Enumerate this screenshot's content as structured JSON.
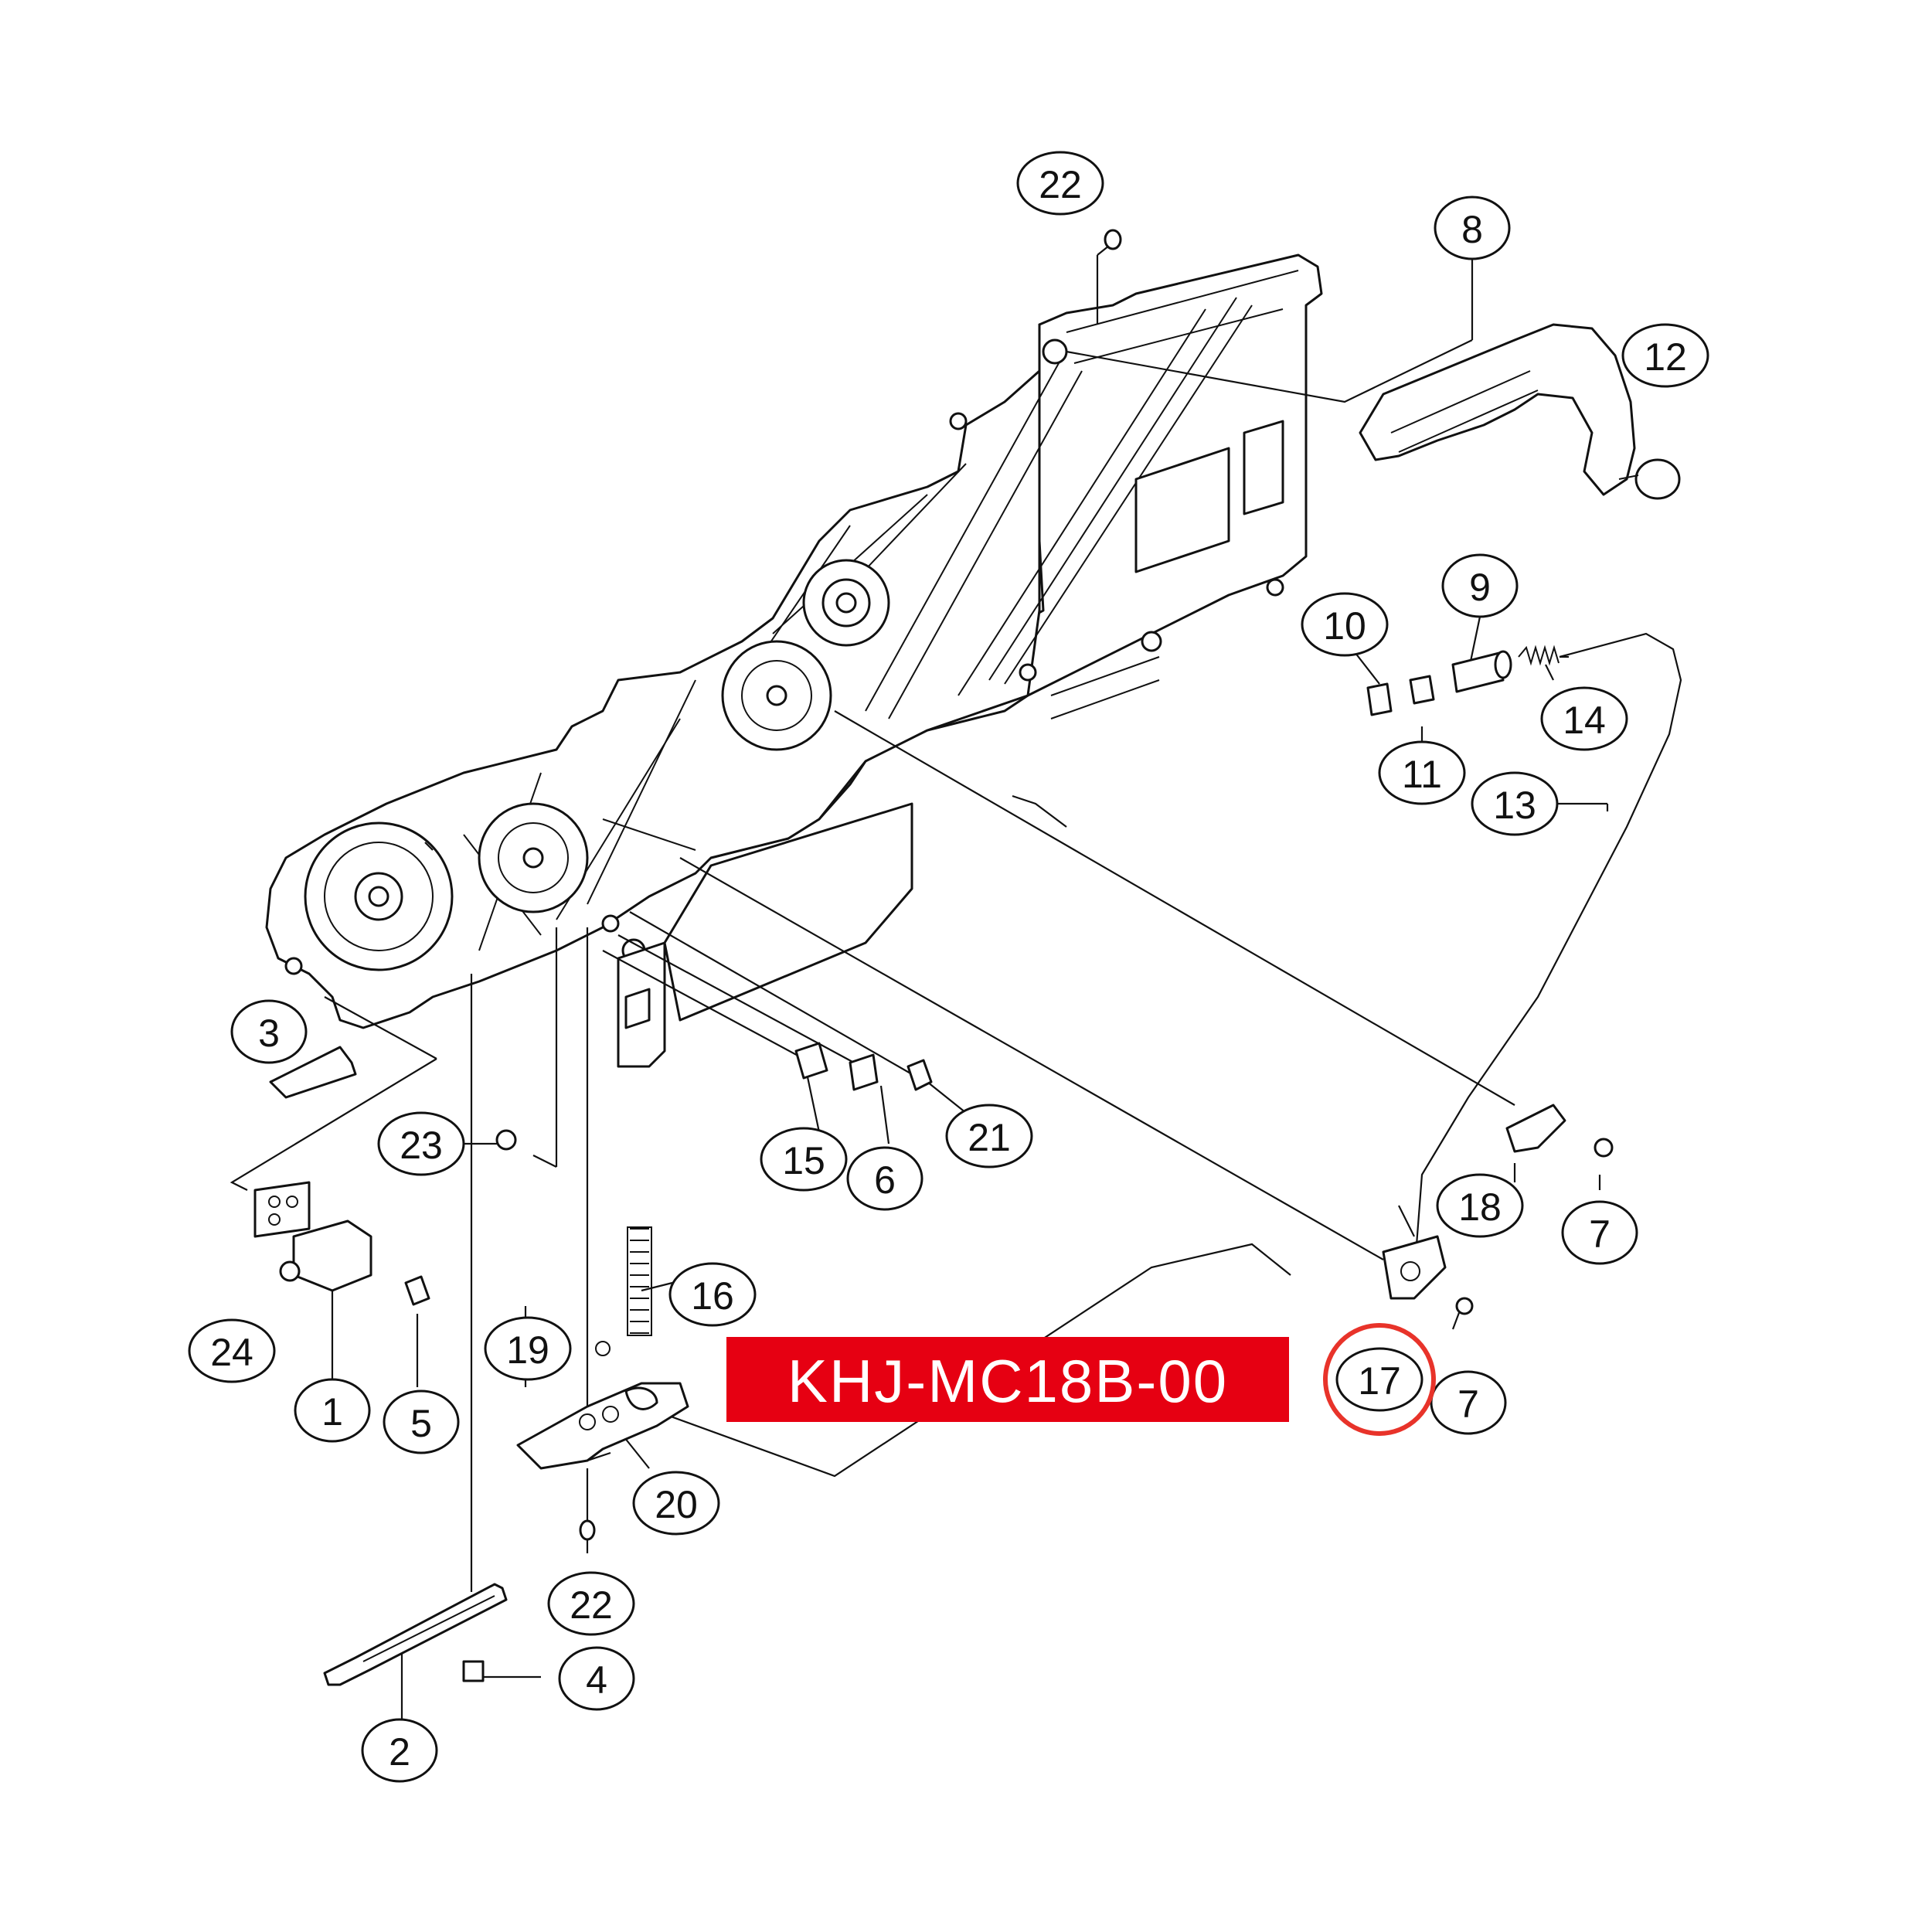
{
  "model_label": "KHJ-MC18B-00",
  "highlighted_part": "17",
  "colors": {
    "label_background": "#e60012",
    "label_text": "#ffffff",
    "highlight_ring": "#e8332a",
    "line": "#111111"
  },
  "callouts": [
    {
      "id": "c22a",
      "num": "22"
    },
    {
      "id": "c8",
      "num": "8"
    },
    {
      "id": "c12",
      "num": "12"
    },
    {
      "id": "c9",
      "num": "9"
    },
    {
      "id": "c10",
      "num": "10"
    },
    {
      "id": "c11",
      "num": "11"
    },
    {
      "id": "c14",
      "num": "14"
    },
    {
      "id": "c13",
      "num": "13"
    },
    {
      "id": "c3",
      "num": "3"
    },
    {
      "id": "c23",
      "num": "23"
    },
    {
      "id": "c15",
      "num": "15"
    },
    {
      "id": "c6",
      "num": "6"
    },
    {
      "id": "c21",
      "num": "21"
    },
    {
      "id": "c18",
      "num": "18"
    },
    {
      "id": "c7a",
      "num": "7"
    },
    {
      "id": "c24",
      "num": "24"
    },
    {
      "id": "c1",
      "num": "1"
    },
    {
      "id": "c5",
      "num": "5"
    },
    {
      "id": "c16",
      "num": "16"
    },
    {
      "id": "c19",
      "num": "19"
    },
    {
      "id": "c17",
      "num": "17"
    },
    {
      "id": "c7b",
      "num": "7"
    },
    {
      "id": "c20",
      "num": "20"
    },
    {
      "id": "c22b",
      "num": "22"
    },
    {
      "id": "c4",
      "num": "4"
    },
    {
      "id": "c2",
      "num": "2"
    }
  ]
}
